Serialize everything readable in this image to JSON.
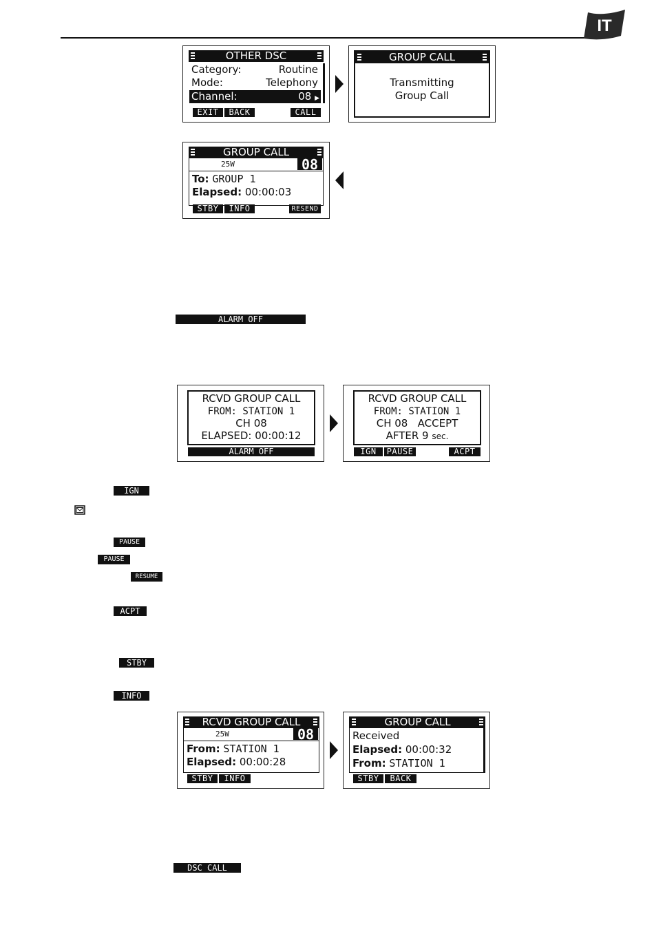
{
  "lang_badge": "IT",
  "screen1": {
    "title": "OTHER DSC",
    "category_label": "Category:",
    "category_value": "Routine",
    "mode_label": "Mode:",
    "mode_value": "Telephony",
    "channel_label": "Channel:",
    "channel_value": "08",
    "keys": [
      "EXIT",
      "BACK",
      "CALL"
    ]
  },
  "screen2": {
    "title": "GROUP CALL",
    "line1": "Transmitting",
    "line2": "Group Call"
  },
  "screen3": {
    "title": "GROUP CALL",
    "power": "25W",
    "channel": "08",
    "to_label": "To:",
    "to_value": "GROUP 1",
    "elapsed_label": "Elapsed:",
    "elapsed_value": "00:00:03",
    "keys": [
      "STBY",
      "INFO",
      "RESEND"
    ]
  },
  "alarm_off_key": "ALARM OFF",
  "screen4": {
    "line1": "RCVD GROUP CALL",
    "line2": "FROM: STATION 1",
    "line3": "CH 08",
    "line4": "ELAPSED: 00:00:12",
    "key": "ALARM OFF"
  },
  "screen5": {
    "line1": "RCVD GROUP CALL",
    "line2": "FROM: STATION 1",
    "line3a": "CH 08",
    "line3b": "ACCEPT",
    "line4a": "AFTER 9",
    "line4b": "sec.",
    "keys": [
      "IGN",
      "PAUSE",
      "ACPT"
    ]
  },
  "inline_keys": {
    "ign": "IGN",
    "pause1": "PAUSE",
    "pause2": "PAUSE",
    "resume": "RESUME",
    "acpt": "ACPT",
    "stby": "STBY",
    "info": "INFO",
    "dsc_call": "DSC CALL"
  },
  "screen6": {
    "title": "RCVD GROUP CALL",
    "power": "25W",
    "channel": "08",
    "from_label": "From:",
    "from_value": "STATION 1",
    "elapsed_label": "Elapsed:",
    "elapsed_value": "00:00:28",
    "keys": [
      "STBY",
      "INFO"
    ]
  },
  "screen7": {
    "title": "GROUP CALL",
    "line1": "Received",
    "elapsed_label": "Elapsed:",
    "elapsed_value": "00:00:32",
    "from_label": "From:",
    "from_value": "STATION 1",
    "keys": [
      "STBY",
      "BACK"
    ]
  }
}
